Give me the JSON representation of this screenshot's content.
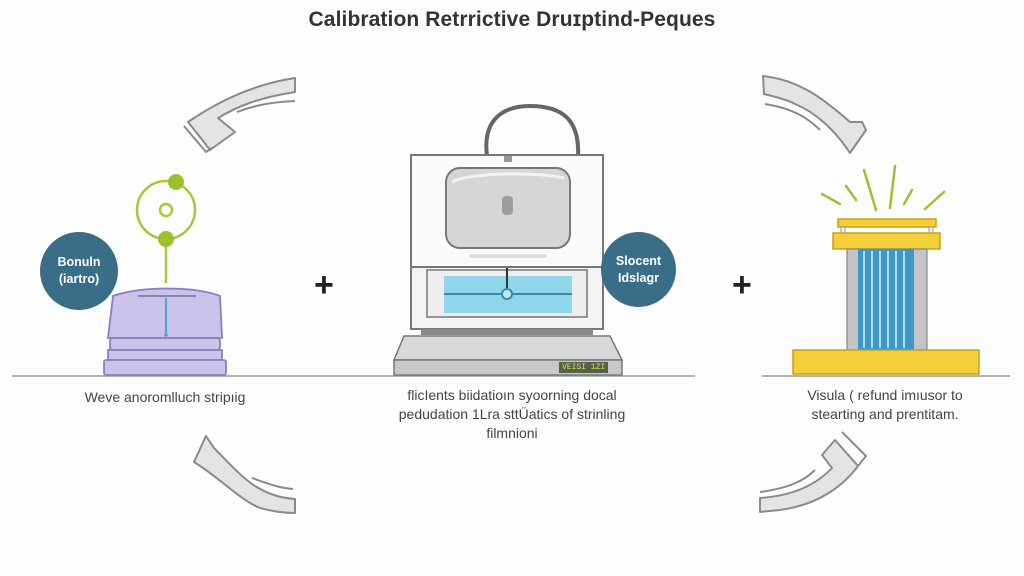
{
  "title": "Calibration Retrrictive Druɪptind-Peques",
  "steps": [
    {
      "id": "step-1",
      "badge_line1": "Bonuln",
      "badge_line2": "(iartro)",
      "caption": "Weve anoromlluch stripıig"
    },
    {
      "id": "step-2",
      "badge_line1": "Slocent",
      "badge_line2": "Idslagr",
      "device_display": "VEISI 1ZI",
      "caption_lines": [
        "flicIents biidatioın syoorning docal",
        "pedudation 1Lra sttÜatics of strinling",
        "filmnioni"
      ]
    },
    {
      "id": "step-3",
      "caption_lines": [
        "Visula ( refund imıusor to",
        "stearting and prentitam."
      ]
    }
  ],
  "operators": [
    "+",
    "+"
  ],
  "colors": {
    "badge": "#3a6e88",
    "accent_green": "#9cc232",
    "lavender": "#cbc3ea",
    "cyan": "#8fd6ea",
    "gold": "#f3cf3a",
    "arrow_fill": "#e4e4e4",
    "arrow_stroke": "#8a8a8a"
  }
}
